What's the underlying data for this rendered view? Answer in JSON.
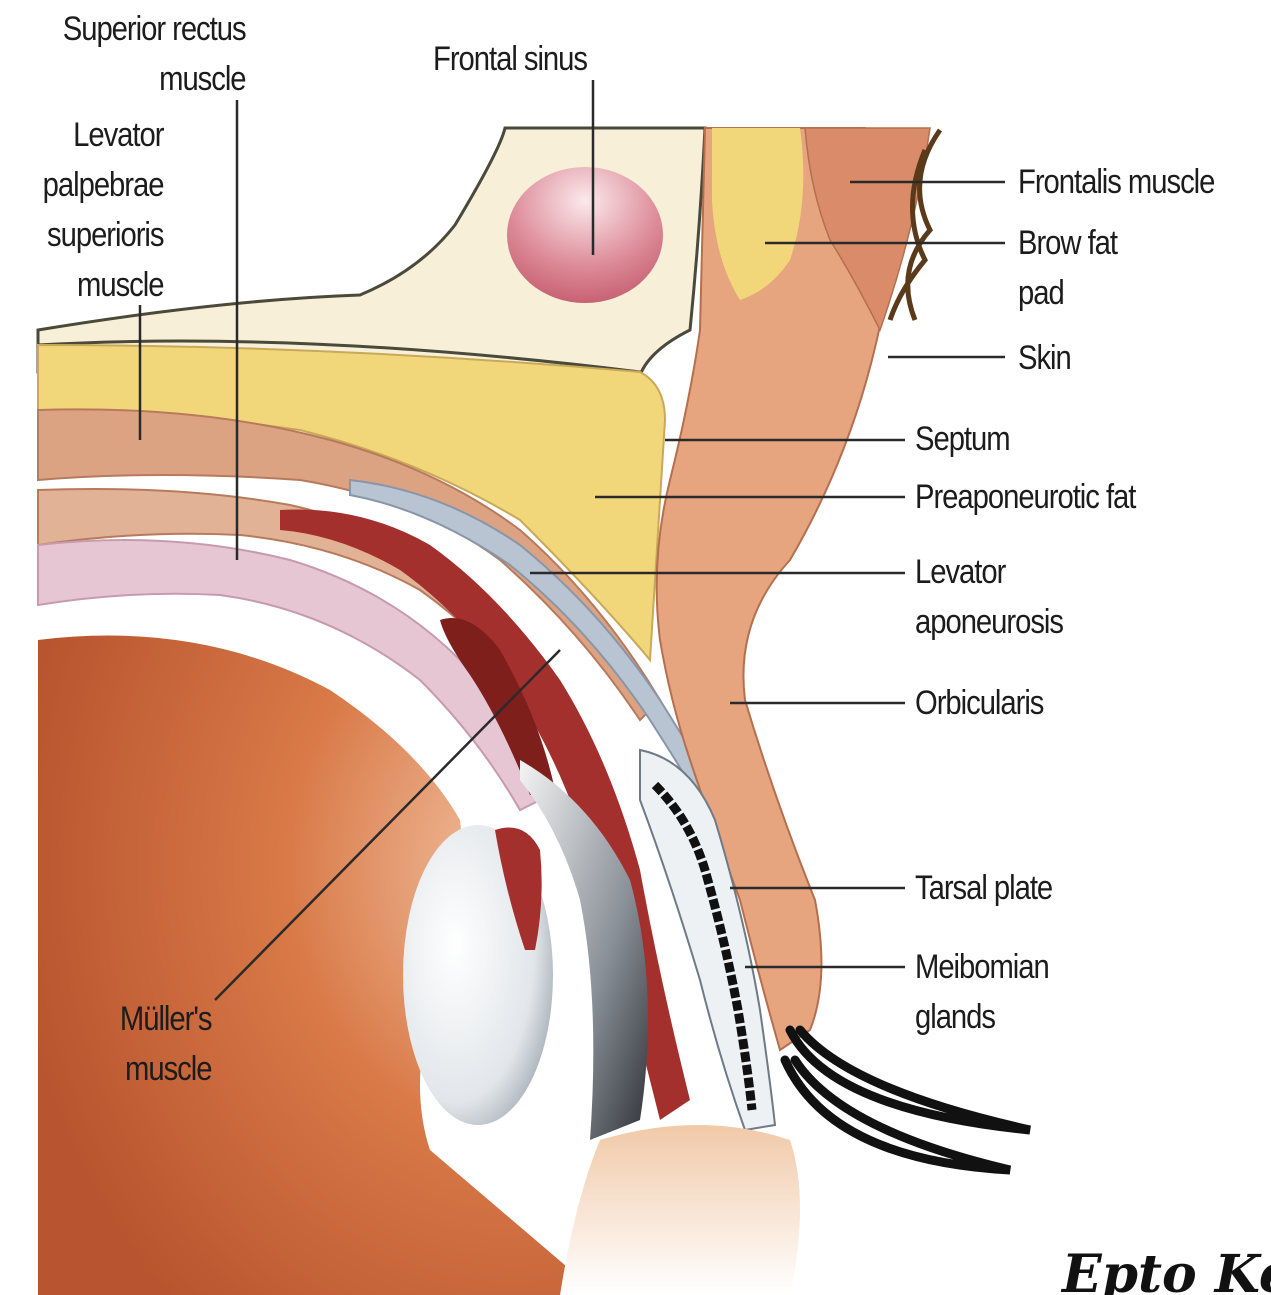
{
  "labels": {
    "superior_rectus": [
      "Superior rectus",
      "muscle"
    ],
    "frontal_sinus": [
      "Frontal sinus"
    ],
    "levator_palpebrae": [
      "Levator",
      "palpebrae",
      "superioris",
      "muscle"
    ],
    "frontalis": [
      "Frontalis muscle"
    ],
    "brow_fat_pad": [
      "Brow fat",
      "pad"
    ],
    "skin": [
      "Skin"
    ],
    "septum": [
      "Septum"
    ],
    "preaponeurotic_fat": [
      "Preaponeurotic fat"
    ],
    "levator_aponeurosis": [
      "Levator",
      "aponeurosis"
    ],
    "orbicularis": [
      "Orbicularis"
    ],
    "tarsal_plate": [
      "Tarsal plate"
    ],
    "meibomian_glands": [
      "Meibomian",
      "glands"
    ],
    "mullers_muscle": [
      "Müller's",
      "muscle"
    ]
  },
  "watermark": "Epto Ke",
  "colors": {
    "fat": "#f2d77a",
    "muscle": "#d9a07c",
    "dark_muscle": "#a3302c",
    "bone": "#f7efd8",
    "skin": "#e6a47f",
    "globe": "#d87a4a",
    "aponeurosis": "#b8c4d2",
    "lashes": "#111111"
  }
}
